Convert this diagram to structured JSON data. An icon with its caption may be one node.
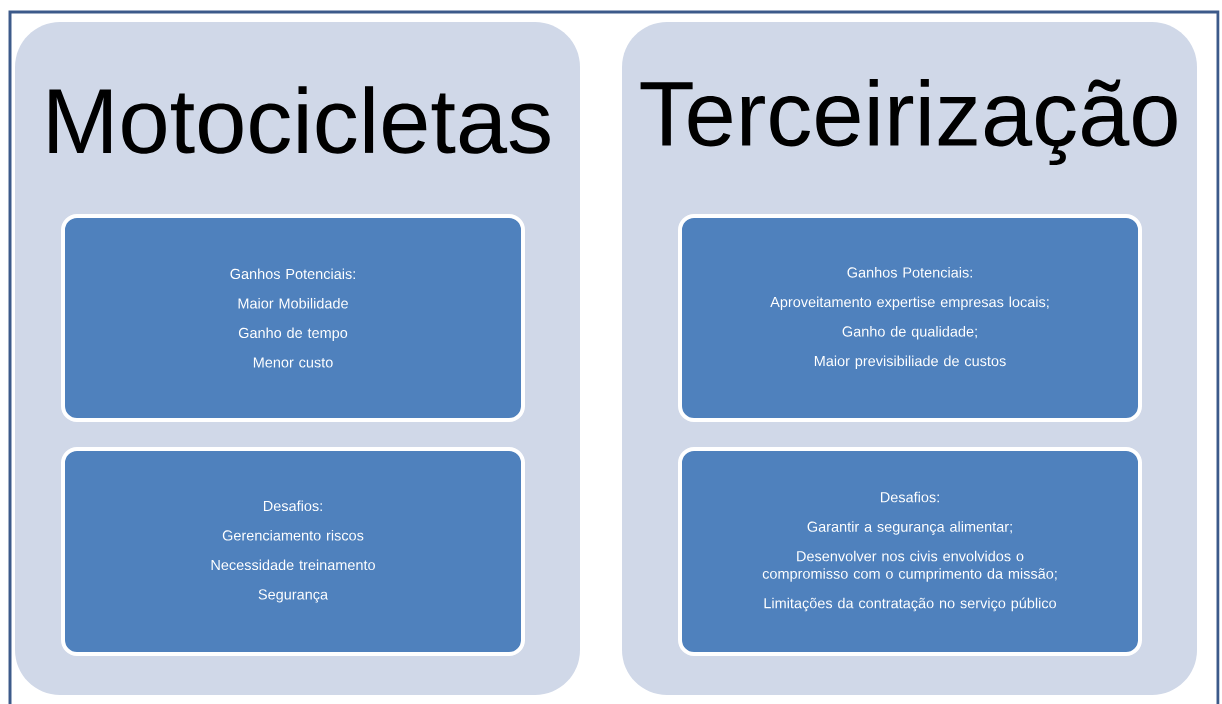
{
  "diagram": {
    "nodes": [
      {
        "text": [
          "Motocicletas"
        ]
      },
      {
        "text": [
          "Ganhos Potenciais:",
          "Maior Mobilidade",
          "Ganho de tempo",
          "Menor custo"
        ],
        "in": 0
      },
      {
        "text": [
          "Desafios:",
          "Gerenciamento riscos",
          "Necessidade treinamento",
          "Segurança"
        ],
        "in": 0
      },
      {
        "text": [
          "Terceirização"
        ]
      },
      {
        "text": [
          "Ganhos Potenciais:",
          "Aproveitamento expertise empresas locais;",
          "Ganho de qualidade;",
          "Maior previsibiliade de custos"
        ],
        "in": 3
      },
      {
        "text": [
          "Desafios:",
          "Garantir a segurança alimentar;",
          "Desenvolver nos civis envolvidos o compromisso com o cumprimento da missão;",
          "Limitações da contratação no serviço público"
        ],
        "in": 3
      }
    ],
    "edges": []
  }
}
